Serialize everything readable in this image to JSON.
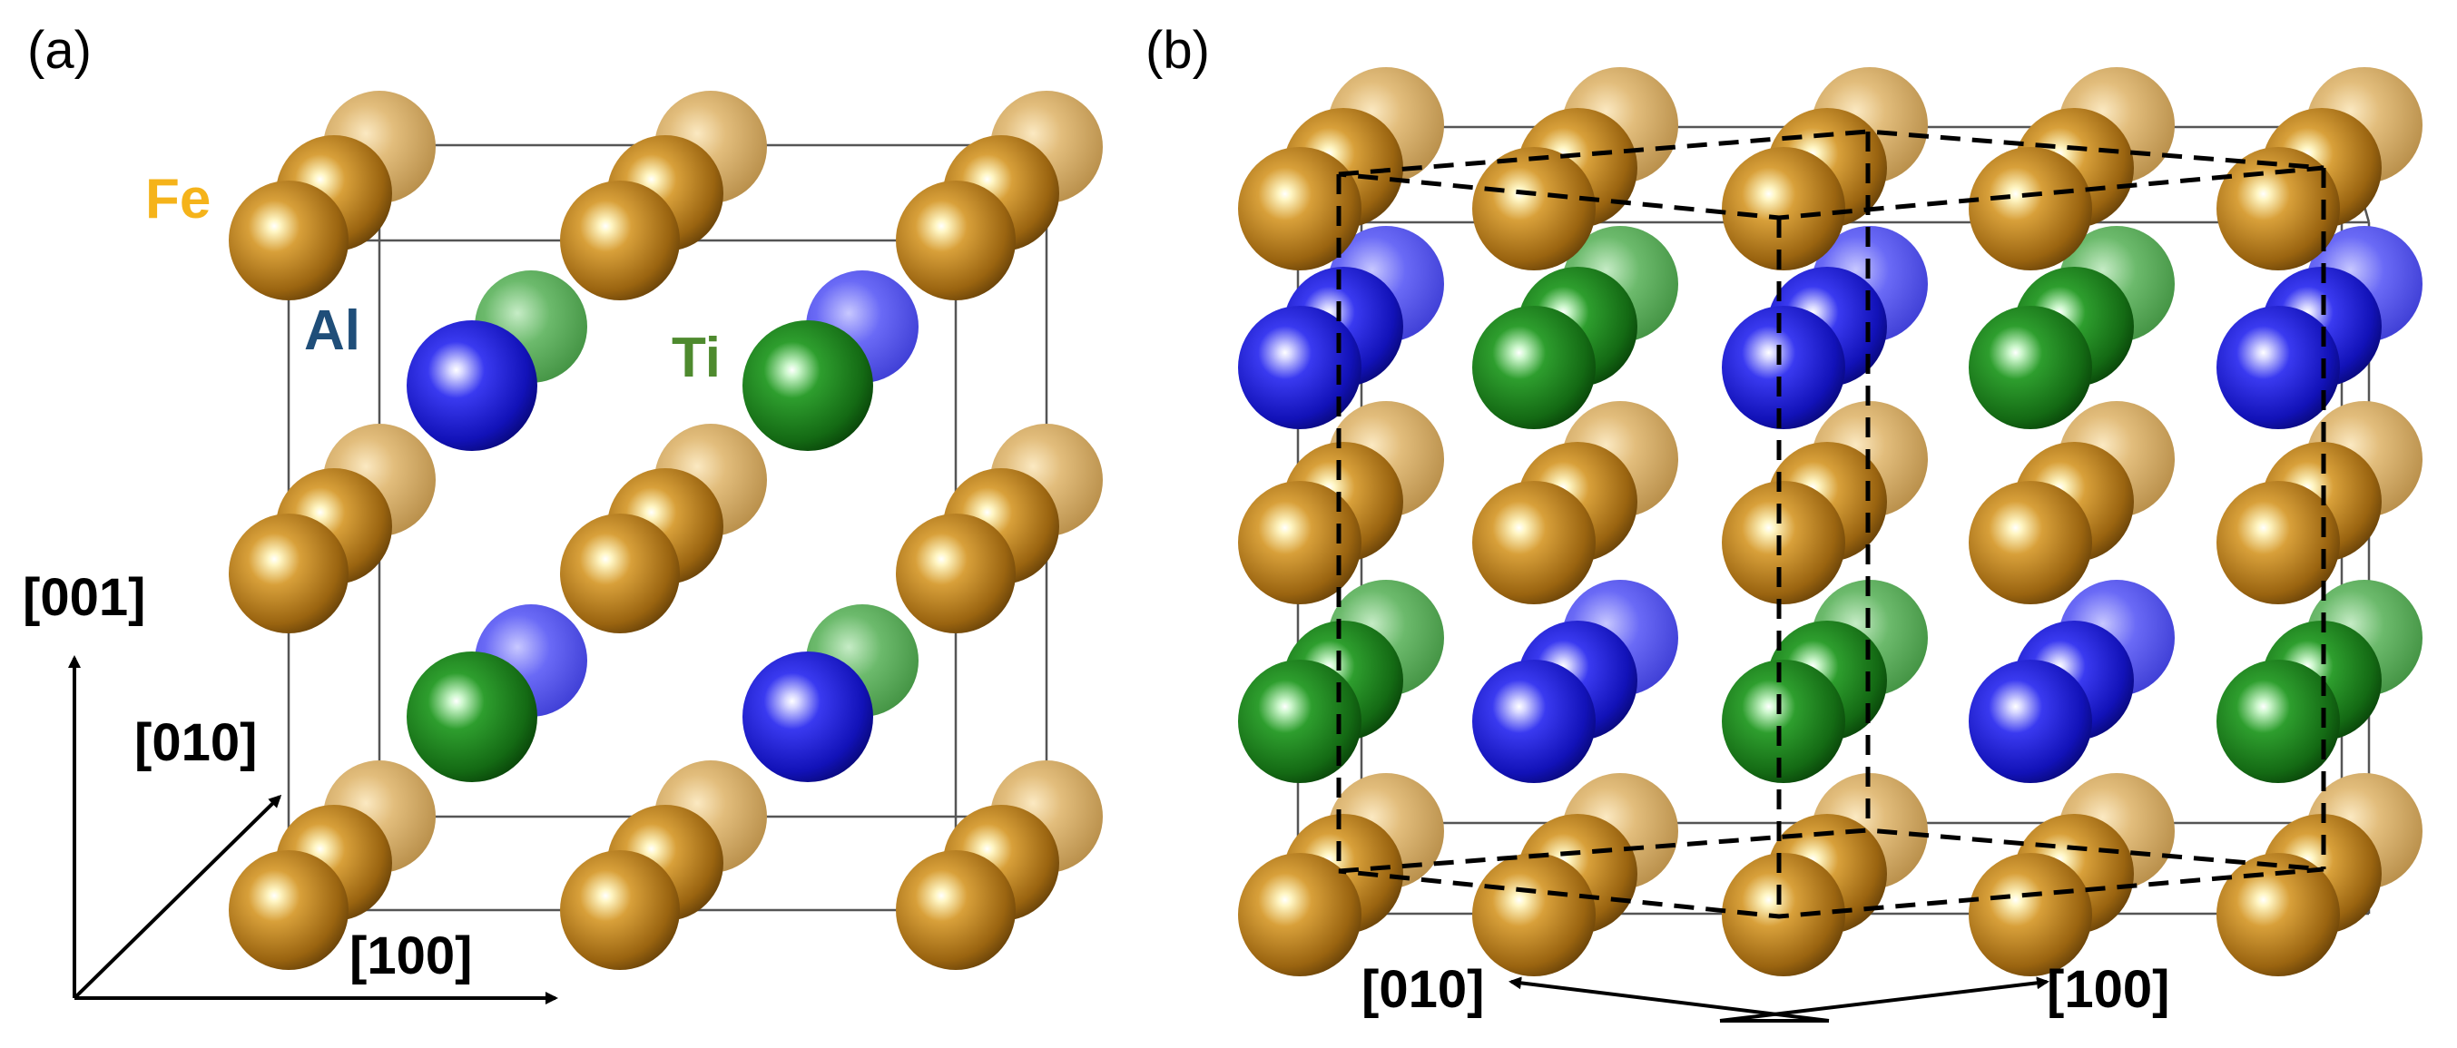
{
  "panel_a": {
    "label": "(a)",
    "element_labels": {
      "fe": "Fe",
      "al": "Al",
      "ti": "Ti"
    },
    "axes": {
      "z": "[001]",
      "y": "[010]",
      "x": "[100]"
    }
  },
  "panel_b": {
    "label": "(b)",
    "axes": {
      "left": "[010]",
      "right": "[100]"
    }
  },
  "colors": {
    "fe": "#B8801C",
    "al": "#1E1EE6",
    "ti": "#1E8C1E",
    "fe_label": "#F5B31A",
    "al_label": "#1F4E79",
    "ti_label": "#4E8A2E",
    "text": "#000000"
  },
  "icons": {
    "axis_arrow": "arrow-icon"
  }
}
